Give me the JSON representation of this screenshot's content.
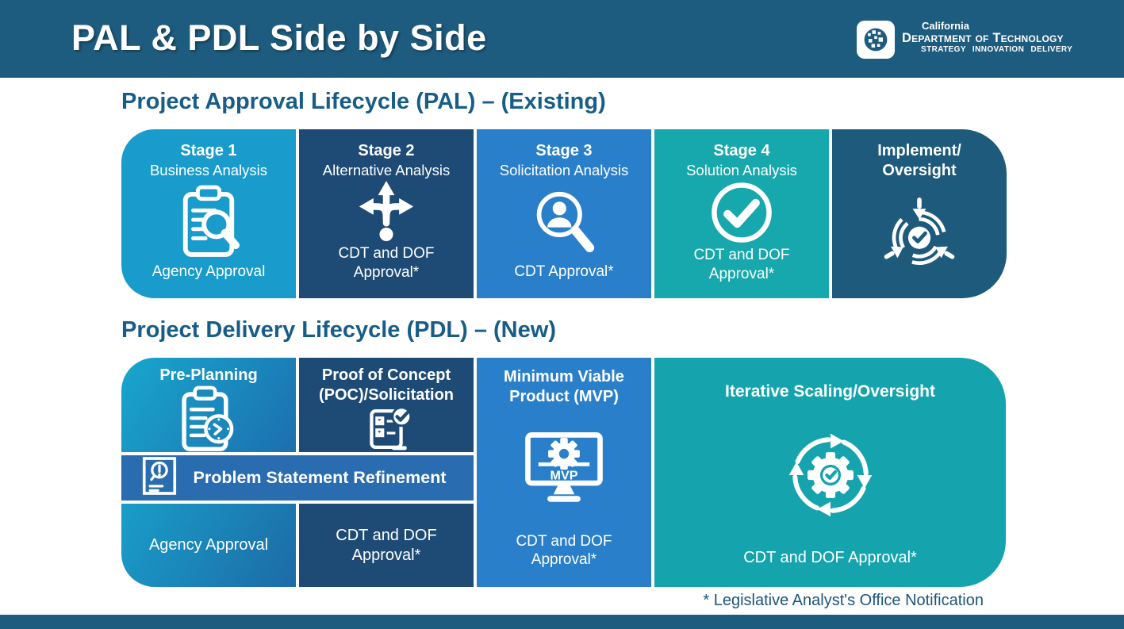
{
  "slide": {
    "title": "PAL & PDL Side by Side",
    "footnote": "* Legislative Analyst's Office Notification"
  },
  "logo": {
    "state": "California",
    "department": "Department of Technology",
    "tagline": "STRATEGY INNOVATION DELIVERY",
    "badge_icon": "pixel-circle-icon"
  },
  "pal": {
    "heading": "Project Approval Lifecycle (PAL) – (Existing)",
    "stages": [
      {
        "title": "Stage 1",
        "subtitle": "Business Analysis",
        "approval": "Agency Approval",
        "icon": "clipboard-magnifier-icon",
        "color": "#199CCC"
      },
      {
        "title": "Stage 2",
        "subtitle": "Alternative Analysis",
        "approval": "CDT and DOF Approval*",
        "icon": "branching-arrows-icon",
        "color": "#1D4B76"
      },
      {
        "title": "Stage 3",
        "subtitle": "Solicitation Analysis",
        "approval": "CDT Approval*",
        "icon": "person-search-icon",
        "color": "#2A7FCB"
      },
      {
        "title": "Stage 4",
        "subtitle": "Solution Analysis",
        "approval": "CDT and DOF Approval*",
        "icon": "check-circle-icon",
        "color": "#16A8AC"
      },
      {
        "title_line1": "Implement/",
        "title_line2": "Oversight",
        "icon": "oversight-target-icon",
        "color": "#1D5A7C"
      }
    ]
  },
  "pdl": {
    "heading": "Project Delivery Lifecycle (PDL) – (New)",
    "pre_planning": {
      "title": "Pre-Planning",
      "icon": "clipboard-clock-icon"
    },
    "poc": {
      "title": "Proof of Concept (POC)/Solicitation",
      "icon": "scroll-check-icon"
    },
    "problem_statement": {
      "label": "Problem Statement Refinement",
      "icon": "document-alert-icon",
      "color": "#296CB0"
    },
    "agency_approval": "Agency Approval",
    "cdt_dof_approval": "CDT and DOF Approval*",
    "mvp": {
      "title": "Minimum Viable Product (MVP)",
      "screen_label": "MVP",
      "approval": "CDT and DOF Approval*",
      "icon": "mvp-monitor-icon",
      "color": "#2A7FCB"
    },
    "iterative": {
      "title": "Iterative Scaling/Oversight",
      "approval": "CDT and DOF Approval*",
      "icon": "gear-cycle-icon",
      "color": "#15A4AD"
    }
  },
  "colors": {
    "header_bar": "#1E5C7F",
    "footer_bar": "#1E5C7F",
    "heading_text": "#175D87",
    "footnote_text": "#1A5579",
    "navy": "#1D4B76"
  }
}
